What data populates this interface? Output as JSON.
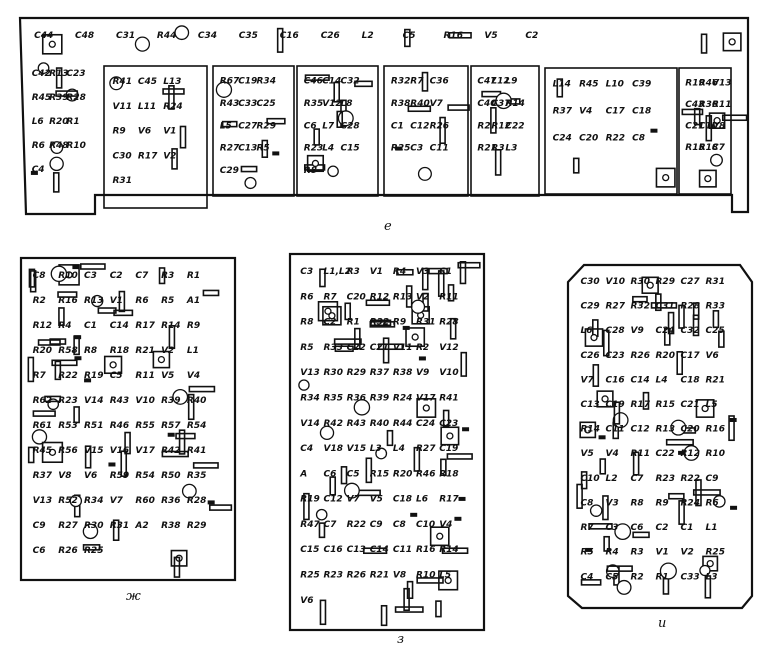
{
  "panels": [
    {
      "caption": "е",
      "labels": [
        "C44",
        "C42",
        "R41",
        "R67",
        "C46",
        "R32",
        "C47",
        "L14",
        "R19",
        "C48",
        "R13",
        "C45",
        "C19",
        "C14",
        "R7",
        "L12",
        "R45",
        "R46",
        "C31",
        "C23",
        "L13",
        "R34",
        "C32",
        "C36",
        "L9",
        "L10",
        "V13",
        "R44",
        "R45",
        "V11",
        "R43",
        "R35",
        "R38",
        "C40",
        "C39",
        "C43",
        "C34",
        "R39",
        "L11",
        "C33",
        "V12",
        "R40",
        "C37",
        "R37",
        "R36",
        "C35",
        "R28",
        "R24",
        "C25",
        "L8",
        "V7",
        "R14",
        "V4",
        "R11",
        "C16",
        "L6",
        "R9",
        "L5",
        "C6",
        "C1",
        "R2",
        "C17",
        "C21",
        "C26",
        "R20",
        "V6",
        "C27",
        "L7",
        "C12",
        "R12",
        "C18",
        "C10",
        "L2",
        "R1",
        "V1",
        "R29",
        "C28",
        "R26",
        "C22",
        "C24",
        "V8",
        "C5",
        "R6",
        "C30",
        "R27",
        "R23",
        "R25",
        "R21",
        "C20",
        "R15",
        "R16",
        "R48",
        "R17",
        "C13",
        "L4",
        "C3",
        "R3",
        "R22",
        "R18",
        "V5",
        "R10",
        "V2",
        "R5",
        "C15",
        "C11",
        "L3",
        "C8",
        "C7",
        "C2",
        "C4",
        "R31",
        "C29",
        "R8"
      ]
    },
    {
      "caption": "ж",
      "labels": [
        "C8",
        "R10",
        "C3",
        "C2",
        "C7",
        "R3",
        "R1",
        "R2",
        "R16",
        "R13",
        "V1",
        "R6",
        "R5",
        "A1",
        "R12",
        "R4",
        "C1",
        "C14",
        "R17",
        "R14",
        "R9",
        "R20",
        "R58",
        "R8",
        "R18",
        "R21",
        "V2",
        "L1",
        "R7",
        "R22",
        "R19",
        "C5",
        "R11",
        "V5",
        "V4",
        "R62",
        "R23",
        "V14",
        "R43",
        "V10",
        "R39",
        "R40",
        "R61",
        "R53",
        "R51",
        "R46",
        "R55",
        "R57",
        "R54",
        "R45",
        "R56",
        "V15",
        "V16",
        "V17",
        "R42",
        "R41",
        "R37",
        "V8",
        "V6",
        "R59",
        "R54",
        "R50",
        "R35",
        "V13",
        "R52",
        "R34",
        "V7",
        "R60",
        "R36",
        "R28",
        "C9",
        "R27",
        "R30",
        "R31",
        "A2",
        "R38",
        "R29",
        "C6",
        "R26",
        "R25"
      ]
    },
    {
      "caption": "з",
      "labels": [
        "C3",
        "L1,L2",
        "R3",
        "V1",
        "R4",
        "V3",
        "C1",
        "R6",
        "R7",
        "C20",
        "R12",
        "R13",
        "V2",
        "R11",
        "R8",
        "C2",
        "R1",
        "R32",
        "R9",
        "R31",
        "R28",
        "R5",
        "R33",
        "C22",
        "C21",
        "V11",
        "R2",
        "V12",
        "V13",
        "R30",
        "R29",
        "R37",
        "R38",
        "V9",
        "V10",
        "R34",
        "R35",
        "R36",
        "R39",
        "R24",
        "V17",
        "R41",
        "V14",
        "R42",
        "R43",
        "R40",
        "R44",
        "C24",
        "C23",
        "C4",
        "V18",
        "V15",
        "L3",
        "L4",
        "R27",
        "C19",
        "A",
        "C6",
        "C5",
        "R15",
        "R20",
        "R46",
        "R18",
        "R19",
        "C12",
        "V7",
        "V5",
        "C18",
        "L6",
        "R17",
        "R47",
        "C7",
        "R22",
        "C9",
        "C8",
        "C10",
        "V4",
        "C15",
        "C16",
        "C13",
        "C14",
        "C11",
        "R16",
        "R14",
        "R25",
        "R23",
        "R26",
        "R21",
        "V8",
        "R10",
        "L5",
        "V6"
      ]
    },
    {
      "caption": "и",
      "labels": [
        "C30",
        "V10",
        "R30",
        "R29",
        "C27",
        "R31",
        "C29",
        "R27",
        "R32",
        "C31",
        "R28",
        "R33",
        "L6",
        "C28",
        "V9",
        "C24",
        "C32",
        "C25",
        "C26",
        "C23",
        "R26",
        "R20",
        "C17",
        "V6",
        "V7",
        "C16",
        "C14",
        "L4",
        "C18",
        "R21",
        "C13",
        "C19",
        "R17",
        "R15",
        "C21",
        "L5",
        "R14",
        "C11",
        "C12",
        "R13",
        "C20",
        "R16",
        "V5",
        "V4",
        "R11",
        "C22",
        "R12",
        "R10",
        "C10",
        "L2",
        "C7",
        "R23",
        "R22",
        "C9",
        "C8",
        "V3",
        "R8",
        "R9",
        "R24",
        "R6",
        "R7",
        "C3",
        "C6",
        "C2",
        "C1",
        "L1",
        "R5",
        "R4",
        "R3",
        "V1",
        "V2",
        "R25",
        "C4",
        "C5",
        "R2",
        "R1",
        "C33",
        "L3"
      ]
    }
  ]
}
